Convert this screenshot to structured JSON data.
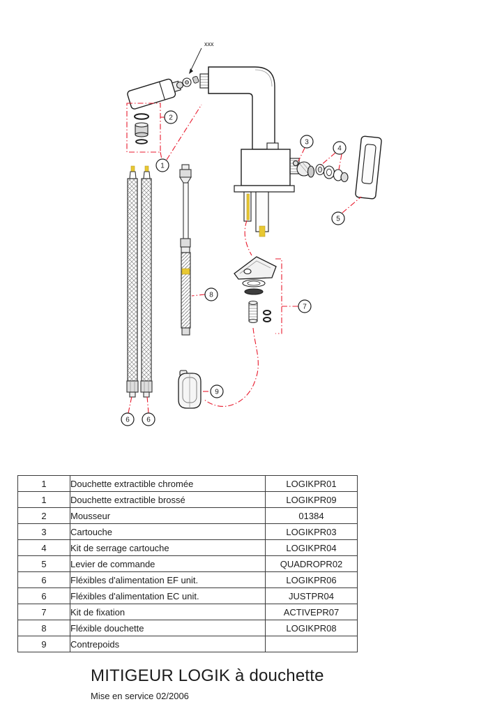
{
  "diagram": {
    "top_label": "xxx",
    "leader_color": "#e8192c",
    "brass_color": "#e8c832",
    "callouts": [
      {
        "label": "1"
      },
      {
        "label": "2"
      },
      {
        "label": "3"
      },
      {
        "label": "4"
      },
      {
        "label": "5"
      },
      {
        "label": "6"
      },
      {
        "label": "6"
      },
      {
        "label": "7"
      },
      {
        "label": "8"
      },
      {
        "label": "9"
      }
    ]
  },
  "table": {
    "rows": [
      {
        "num": "1",
        "designation": "Douchette extractible chromée",
        "ref": "LOGIKPR01"
      },
      {
        "num": "1",
        "designation": "Douchette extractible brossé",
        "ref": "LOGIKPR09"
      },
      {
        "num": "2",
        "designation": "Mousseur",
        "ref": "01384"
      },
      {
        "num": "3",
        "designation": "Cartouche",
        "ref": "LOGIKPR03"
      },
      {
        "num": "4",
        "designation": "Kit de serrage cartouche",
        "ref": "LOGIKPR04"
      },
      {
        "num": "5",
        "designation": "Levier de commande",
        "ref": "QUADROPR02"
      },
      {
        "num": "6",
        "designation": "Fléxibles d'alimentation EF unit.",
        "ref": "LOGIKPR06"
      },
      {
        "num": "6",
        "designation": "Fléxibles d'alimentation EC unit.",
        "ref": "JUSTPR04"
      },
      {
        "num": "7",
        "designation": "Kit de fixation",
        "ref": "ACTIVEPR07"
      },
      {
        "num": "8",
        "designation": "Fléxible douchette",
        "ref": "LOGIKPR08"
      },
      {
        "num": "9",
        "designation": "Contrepoids",
        "ref": ""
      }
    ]
  },
  "footer": {
    "title": "MITIGEUR LOGIK à douchette",
    "subtitle": "Mise en service 02/2006"
  }
}
